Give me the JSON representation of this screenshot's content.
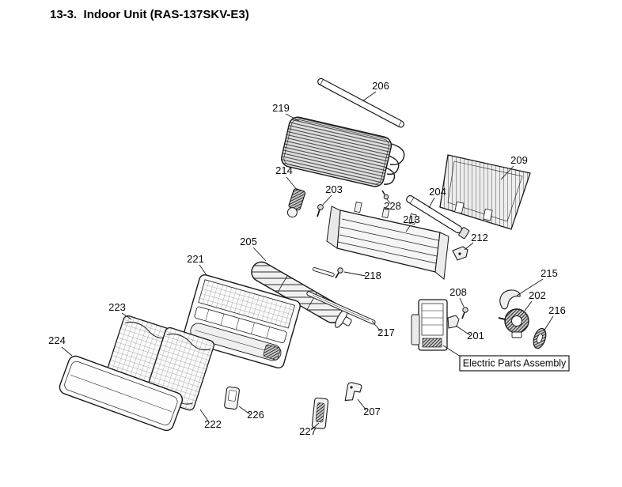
{
  "page": {
    "title": "13-3.  Indoor Unit (RAS-137SKV-E3)"
  },
  "diagram": {
    "assembly_label": "Electric Parts Assembly",
    "parts": {
      "p201": "201",
      "p202": "202",
      "p203": "203",
      "p204": "204",
      "p205": "205",
      "p206": "206",
      "p207": "207",
      "p208": "208",
      "p209": "209",
      "p212": "212",
      "p213": "213",
      "p214": "214",
      "p215": "215",
      "p216": "216",
      "p217": "217",
      "p218": "218",
      "p219": "219",
      "p221": "221",
      "p222": "222",
      "p223": "223",
      "p224": "224",
      "p226": "226",
      "p227": "227",
      "p228": "228"
    }
  }
}
